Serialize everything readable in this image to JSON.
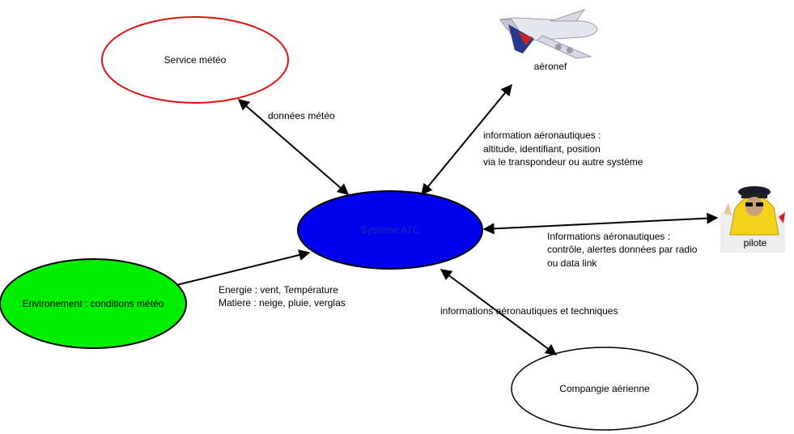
{
  "nodes": {
    "weather_service": "Service météo",
    "atc_system": "Système ATC",
    "environment": "Environement : conditions météo",
    "airline": "Compangie aérienne",
    "aircraft": "aéronef",
    "pilot": "pilote"
  },
  "edges": {
    "weather_data": "données météo",
    "aircraft_info": [
      "information aéronautiques :",
      "altitude, identifiant, position",
      "via le transpondeur ou autre système"
    ],
    "pilot_info": [
      "Informations aéronautiques :",
      "contrôle, alertes données par radio",
      "ou data link"
    ],
    "environment_info": [
      "Energie : vent, Température",
      "Matiere : neige, pluie, verglas"
    ],
    "airline_info": "informations aéronautiques et techniques"
  },
  "colors": {
    "weather_service_border": "#e01010",
    "atc_fill": "#0000ee",
    "environment_fill": "#00ee00",
    "edge": "#000000"
  },
  "icons": {
    "aircraft": "airplane-icon",
    "pilot": "pilot-icon"
  }
}
